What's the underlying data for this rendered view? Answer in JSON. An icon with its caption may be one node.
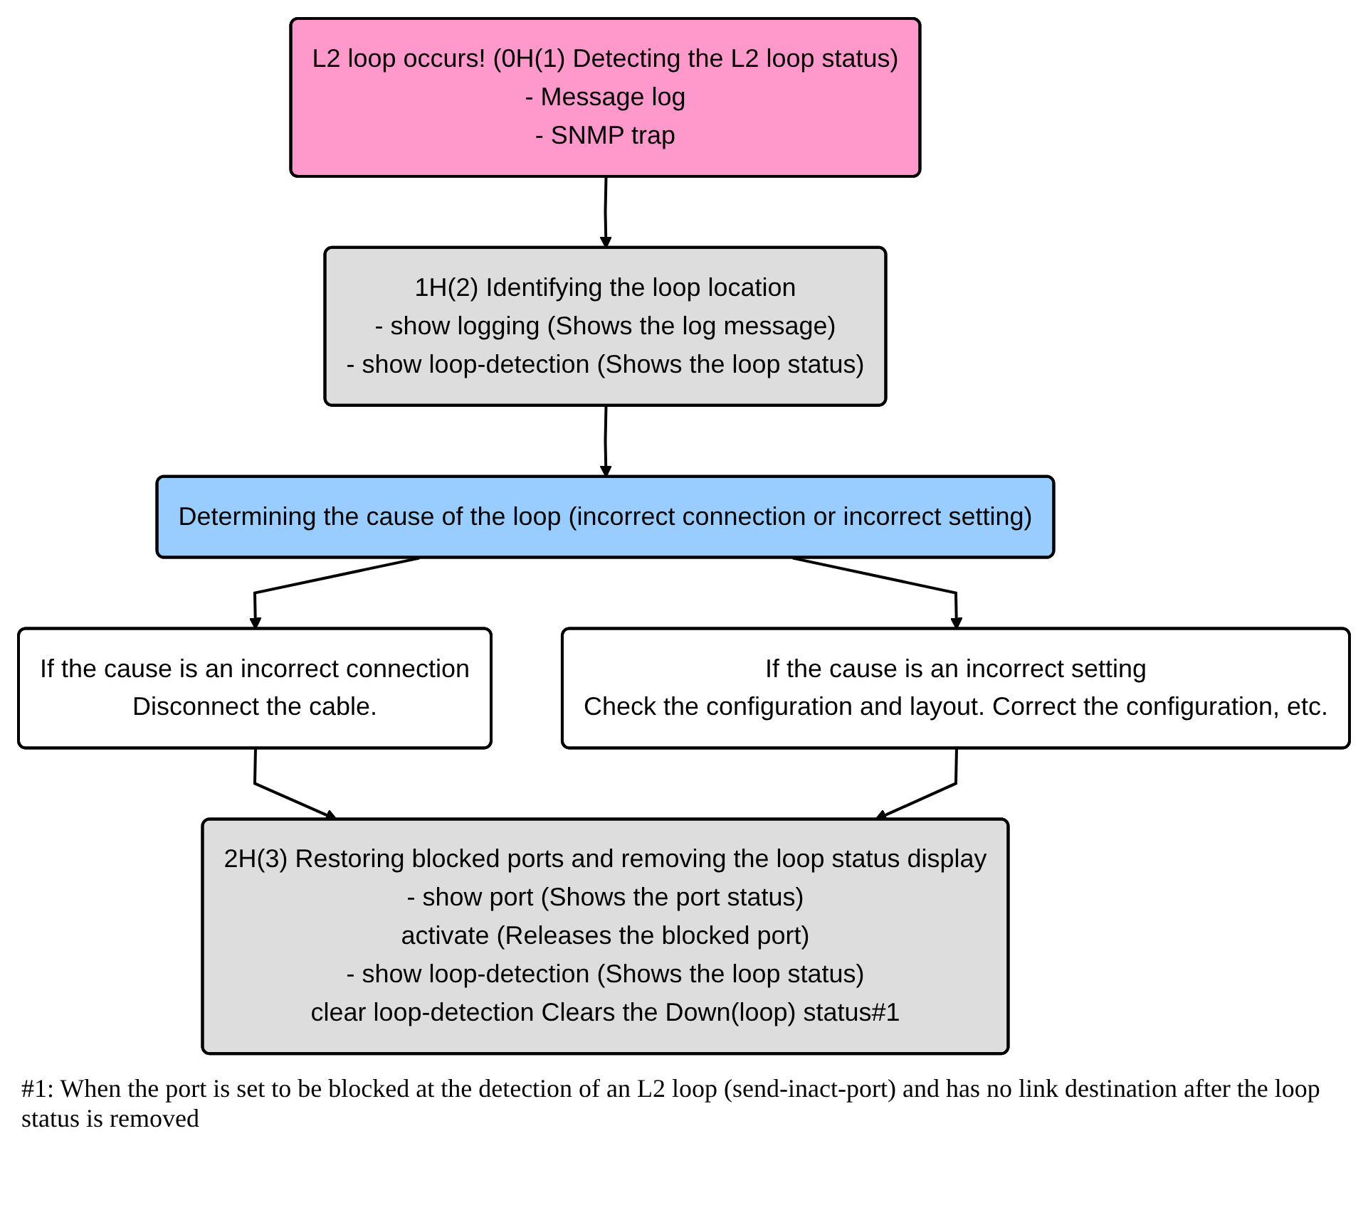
{
  "diagram": {
    "nodes": [
      {
        "text": [
          "L2 loop occurs! (0H(1) Detecting the L2 loop status)",
          "- Message log",
          "- SNMP trap"
        ]
      },
      {
        "text": [
          "1H(2) Identifying the loop location",
          "- show logging (Shows the log message)",
          "- show loop-detection (Shows the loop status)"
        ]
      },
      {
        "text": [
          "Determining the cause of the loop (incorrect connection or incorrect setting)"
        ]
      },
      {
        "text": [
          "If the cause is an incorrect connection",
          "Disconnect the cable."
        ]
      },
      {
        "text": [
          "If the cause is an incorrect setting",
          "Check the configuration and layout. Correct the configuration, etc."
        ]
      },
      {
        "text": [
          "2H(3) Restoring blocked ports and removing the loop status display",
          "- show port (Shows the port status)",
          "activate (Releases the blocked port)",
          "- show loop-detection (Shows the loop status)",
          "clear loop-detection Clears the Down(loop) status#1"
        ]
      }
    ],
    "edges": [
      {
        "from": 0,
        "to": 1,
        "arrow": "to"
      },
      {
        "from": 1,
        "to": 2,
        "arrow": "to"
      },
      {
        "from": 2,
        "to": 3,
        "arrow": "to"
      },
      {
        "from": 2,
        "to": 4,
        "arrow": "to"
      },
      {
        "from": 3,
        "to": 5,
        "arrow": "to"
      },
      {
        "from": 4,
        "to": 5,
        "arrow": "to"
      }
    ],
    "labels": [
      "#1: When the port is set to be blocked at the detection of an L2 loop (send-inact-port) and has no link destination after the loop status is removed"
    ]
  }
}
